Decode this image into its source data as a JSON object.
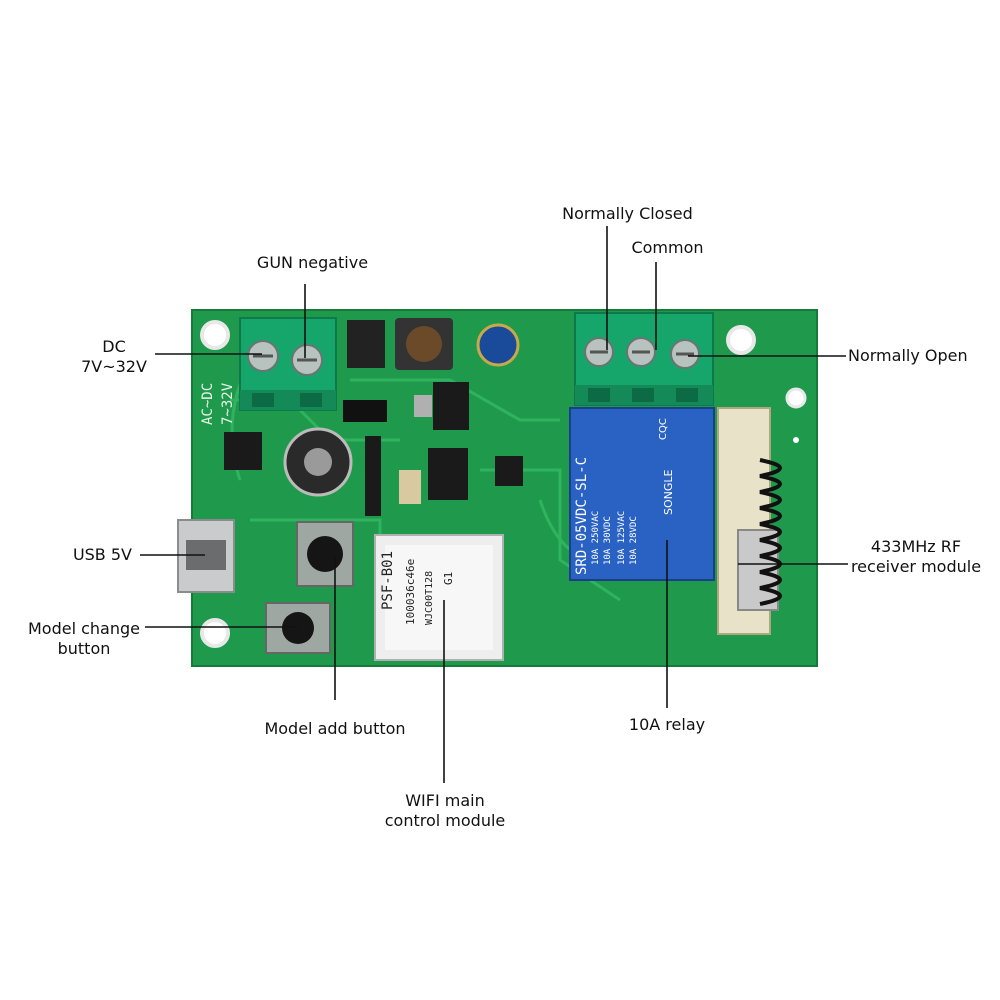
{
  "labels": {
    "normally_closed": "Normally Closed",
    "common": "Common",
    "gun_negative": "GUN negative",
    "dc_line1": "DC",
    "dc_line2": "7V~32V",
    "normally_open": "Normally Open",
    "usb": "USB 5V",
    "rf_line1": "433MHz RF",
    "rf_line2": "receiver module",
    "model_change_line1": "Model change",
    "model_change_line2": "button",
    "model_add": "Model add button",
    "relay": "10A relay",
    "wifi_line1": "WIFI main",
    "wifi_line2": "control module"
  },
  "board_text": {
    "silk_ac": "AC~DC",
    "silk_voltage": "7~32V",
    "module_model": "PSF-B01",
    "module_id": "100036c46e",
    "module_code": "WJC00T128",
    "module_g": "G1",
    "relay_line1": "10A 250VAC",
    "relay_line2": "10A 30VDC",
    "relay_line3": "10A 125VAC",
    "relay_line4": "10A 28VDC",
    "relay_model": "SRD-05VDC-SL-C",
    "relay_brand": "SONGLE",
    "relay_cqc": "CQC"
  },
  "colors": {
    "pcb": "#1f9a4c",
    "terminal": "#16a66b",
    "relay": "#2a62c4",
    "line": "#111111"
  }
}
